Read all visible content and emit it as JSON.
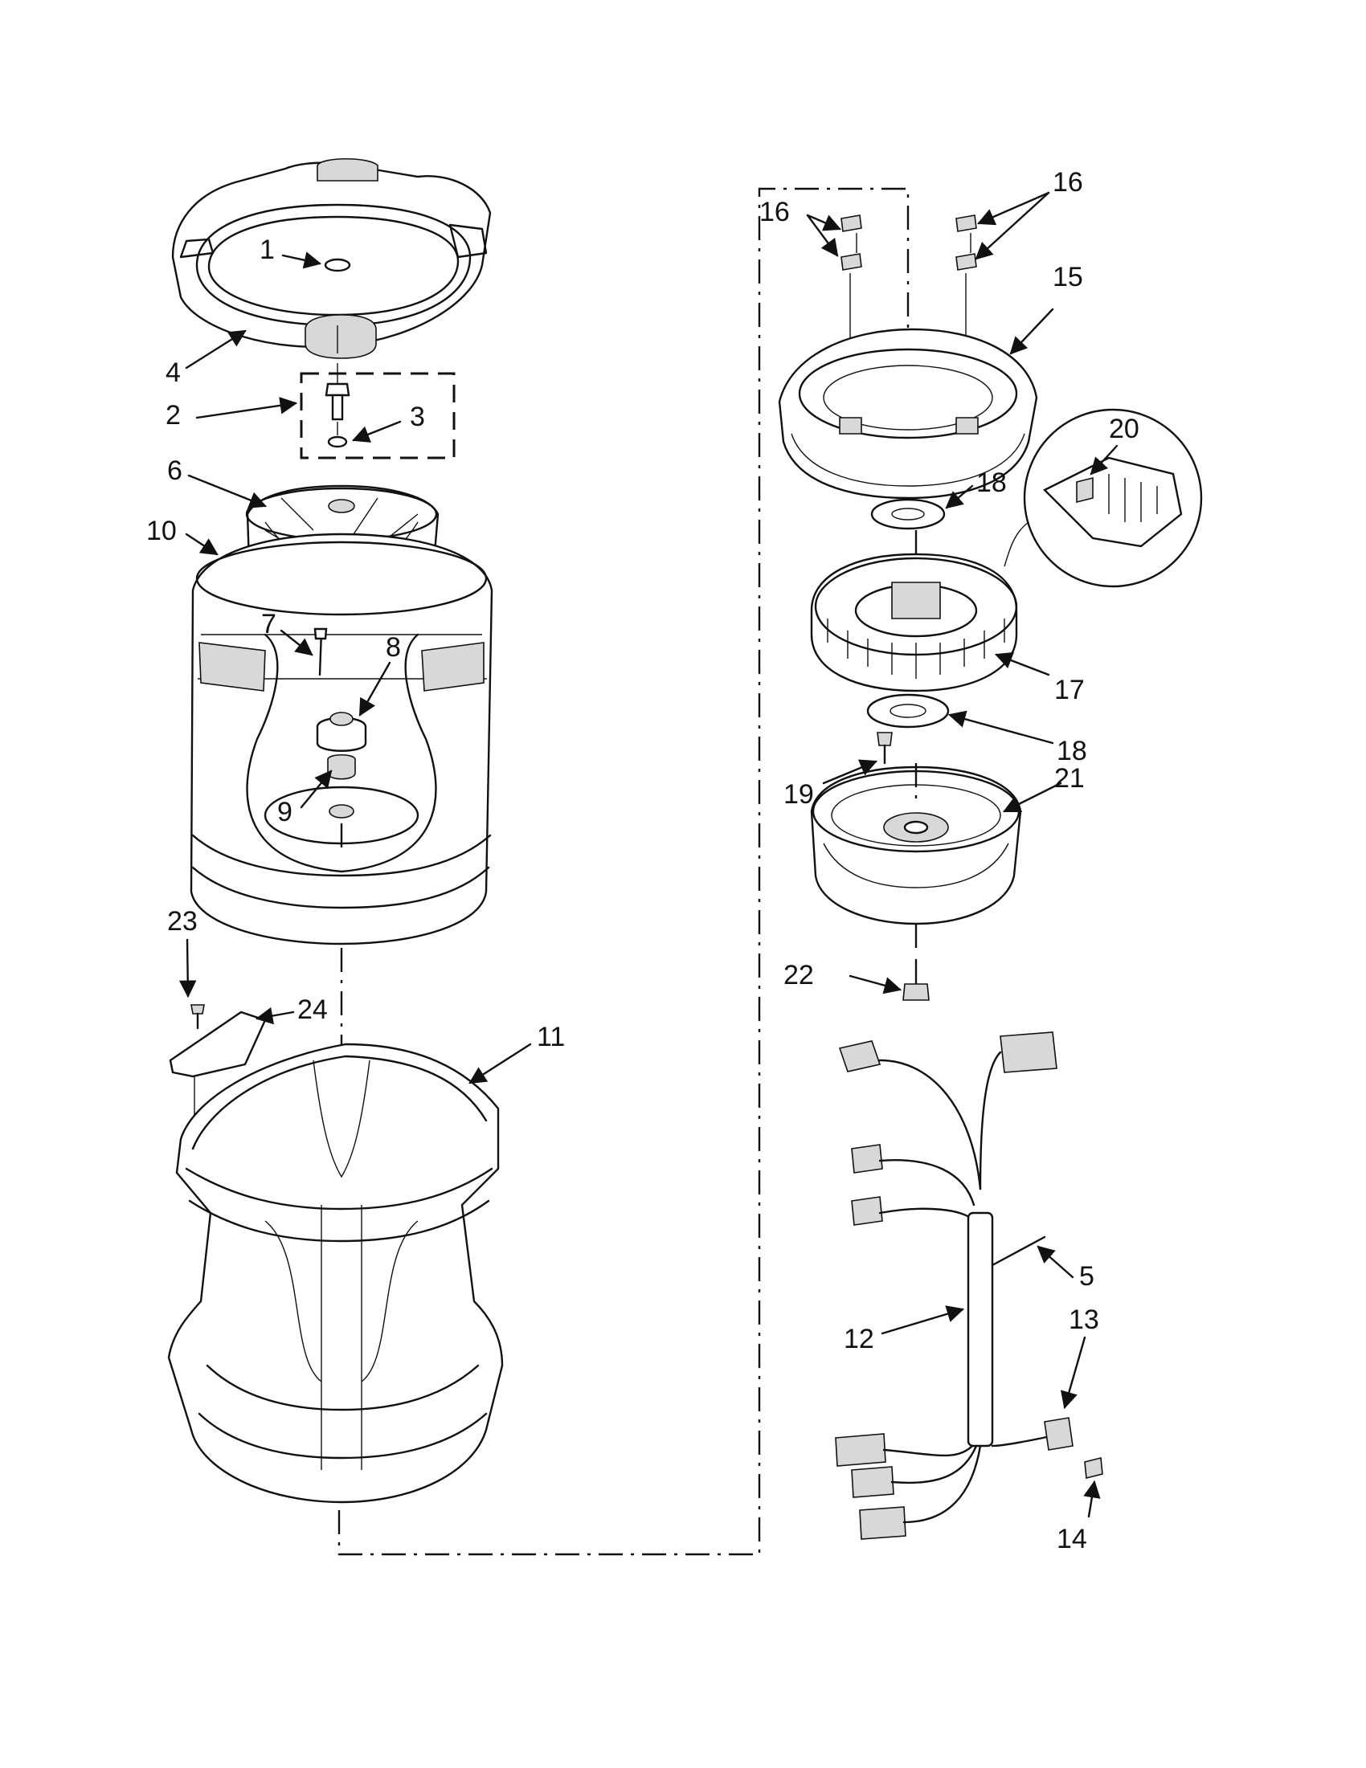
{
  "callouts": [
    {
      "id": "c1",
      "label": "1"
    },
    {
      "id": "c2",
      "label": "2"
    },
    {
      "id": "c3",
      "label": "3"
    },
    {
      "id": "c4",
      "label": "4"
    },
    {
      "id": "c5",
      "label": "5"
    },
    {
      "id": "c6",
      "label": "6"
    },
    {
      "id": "c7",
      "label": "7"
    },
    {
      "id": "c8",
      "label": "8"
    },
    {
      "id": "c9",
      "label": "9"
    },
    {
      "id": "c10",
      "label": "10"
    },
    {
      "id": "c11",
      "label": "11"
    },
    {
      "id": "c12",
      "label": "12"
    },
    {
      "id": "c13",
      "label": "13"
    },
    {
      "id": "c14",
      "label": "14"
    },
    {
      "id": "c15",
      "label": "15"
    },
    {
      "id": "c16a",
      "label": "16"
    },
    {
      "id": "c16b",
      "label": "16"
    },
    {
      "id": "c17",
      "label": "17"
    },
    {
      "id": "c18a",
      "label": "18"
    },
    {
      "id": "c18b",
      "label": "18"
    },
    {
      "id": "c19",
      "label": "19"
    },
    {
      "id": "c20",
      "label": "20"
    },
    {
      "id": "c21",
      "label": "21"
    },
    {
      "id": "c22",
      "label": "22"
    },
    {
      "id": "c23",
      "label": "23"
    },
    {
      "id": "c24",
      "label": "24"
    }
  ]
}
